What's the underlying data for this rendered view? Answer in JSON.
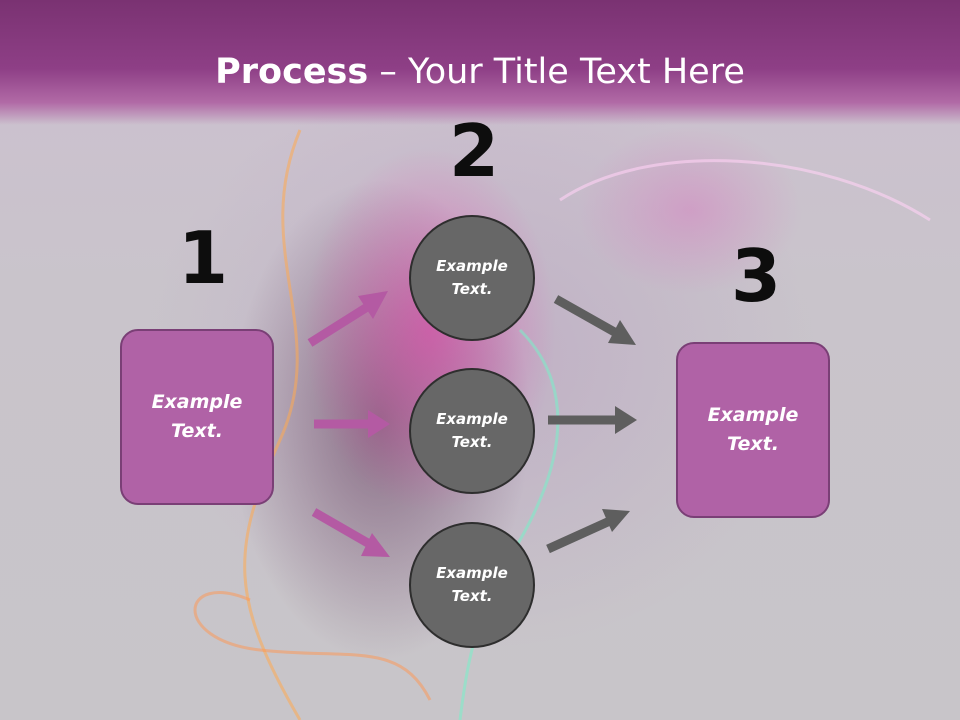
{
  "title": {
    "bold": "Process",
    "rest": " – Your Title Text Here"
  },
  "steps": [
    {
      "number": "1",
      "box_text": "Example Text."
    },
    {
      "number": "2",
      "circles": [
        "Example Text.",
        "Example Text.",
        "Example Text."
      ]
    },
    {
      "number": "3",
      "box_text": "Example Text."
    }
  ],
  "colors": {
    "accent": "#b062a6",
    "circle": "#676767",
    "arrow_pink": "#b45aa3",
    "arrow_gray": "#5e5e5e"
  }
}
